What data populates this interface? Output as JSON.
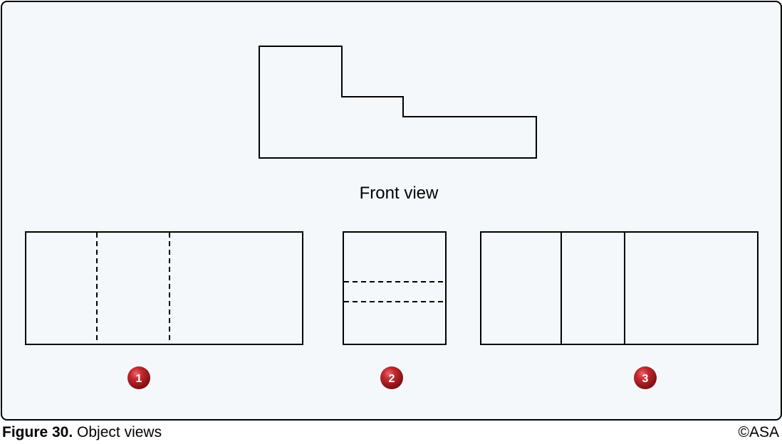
{
  "figure": {
    "front_view_label": "Front view",
    "options": [
      {
        "number": "1"
      },
      {
        "number": "2"
      },
      {
        "number": "3"
      }
    ],
    "colors": {
      "panel_background": "#f4f8fb",
      "line": "#000000",
      "badge": "#b01c22"
    }
  },
  "caption": {
    "label": "Figure 30.",
    "title": "Object views",
    "copyright": "©ASA"
  }
}
